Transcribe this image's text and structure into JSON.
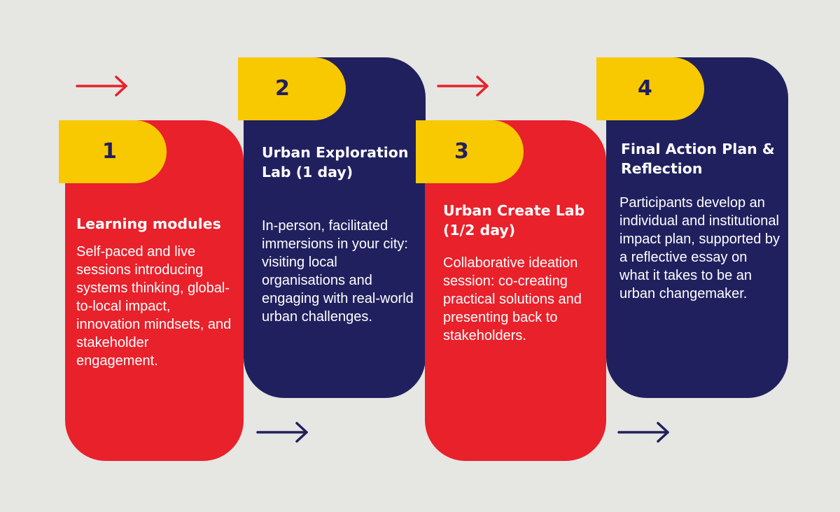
{
  "colors": {
    "background": "#e6e6e2",
    "red": "#e8212b",
    "navy": "#21205f",
    "yellow": "#f8c800",
    "white": "#ffffff"
  },
  "steps": [
    {
      "number": "1",
      "title": "Learning modules",
      "body": "Self-paced and live sessions introducing systems thinking, global-to-local impact, innovation mindsets, and stakeholder engagement."
    },
    {
      "number": "2",
      "title": "Urban Exploration Lab (1 day)",
      "body": "In-person, facilitated immersions in your city: visiting local organisations and engaging with real-world urban challenges."
    },
    {
      "number": "3",
      "title": "Urban Create Lab (1/2 day)",
      "body": "Collaborative ideation session: co-creating practical solutions and presenting back to stakeholders."
    },
    {
      "number": "4",
      "title": "Final Action Plan & Reflection",
      "body": "Participants develop an individual and institutional impact plan, supported by a reflective essay on what it takes to be an urban changemaker."
    }
  ],
  "arrows": [
    {
      "icon": "arrow-right-icon",
      "color": "red"
    },
    {
      "icon": "arrow-right-icon",
      "color": "navy"
    },
    {
      "icon": "arrow-right-icon",
      "color": "red"
    },
    {
      "icon": "arrow-right-icon",
      "color": "navy"
    }
  ]
}
